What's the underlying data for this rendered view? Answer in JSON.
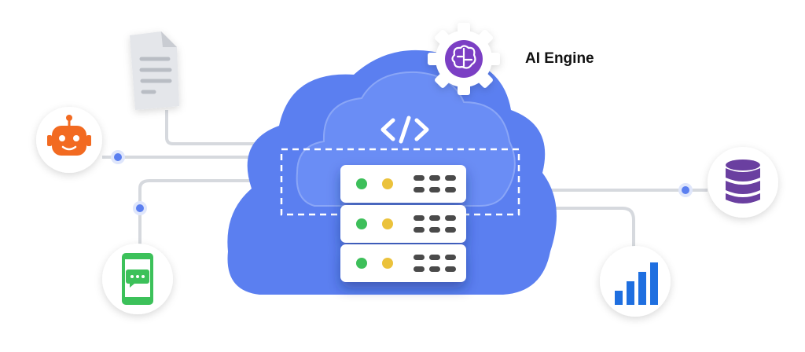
{
  "ai_engine": {
    "label": "AI Engine",
    "icon": "brain-icon"
  },
  "cloud": {
    "icon": "code-icon"
  },
  "nodes": [
    {
      "name": "document",
      "icon": "document-icon"
    },
    {
      "name": "chatbot",
      "icon": "robot-icon"
    },
    {
      "name": "mobile-chat",
      "icon": "phone-chat-icon"
    },
    {
      "name": "database",
      "icon": "database-icon"
    },
    {
      "name": "analytics",
      "icon": "bar-chart-icon"
    }
  ],
  "colors": {
    "cloud": "#5b7ff0",
    "cloud_inner": "#6a8df5",
    "robot": "#f26a21",
    "phone": "#3cc15a",
    "database": "#6a3fa0",
    "chart": "#1f6fe0",
    "brain": "#7b3fc4",
    "led_green": "#3cbf5a",
    "led_yellow": "#ebc23a"
  }
}
